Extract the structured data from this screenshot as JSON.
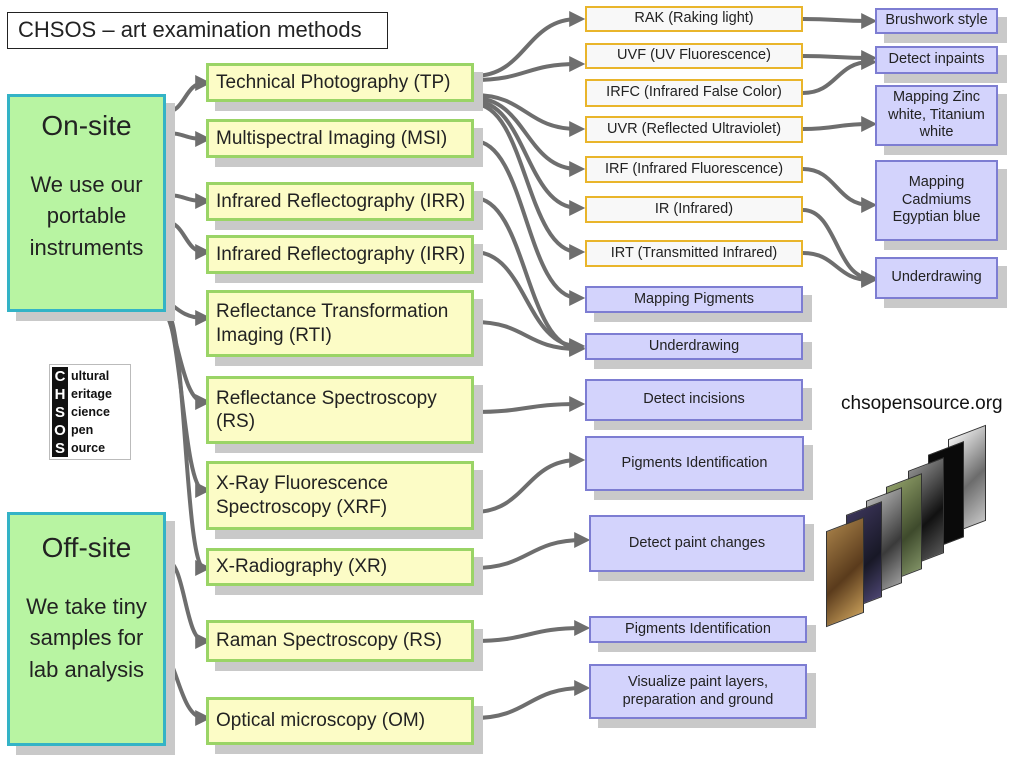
{
  "title": "CHSOS – art examination methods",
  "onsite": {
    "heading": "On-site",
    "sub": "We use our portable instruments"
  },
  "offsite": {
    "heading": "Off-site",
    "sub": "We take tiny samples for lab analysis"
  },
  "methods": {
    "tp": "Technical Photography (TP)",
    "msi": "Multispectral Imaging (MSI)",
    "irr1": "Infrared Reflectography (IRR)",
    "irr2": "Infrared Reflectography (IRR)",
    "rti": "Reflectance Transformation Imaging (RTI)",
    "rs": "Reflectance Spectroscopy (RS)",
    "xrf": "X-Ray Fluorescence Spectroscopy (XRF)",
    "xr": "X-Radiography (XR)",
    "raman": "Raman Spectroscopy (RS)",
    "om": "Optical microscopy (OM)"
  },
  "techniques": {
    "rak": "RAK (Raking light)",
    "uvf": "UVF (UV Fluorescence)",
    "irfc": "IRFC (Infrared False Color)",
    "uvr": "UVR (Reflected Ultraviolet)",
    "irf": "IRF (Infrared Fluorescence)",
    "ir": "IR (Infrared)",
    "irt": "IRT (Transmitted Infrared)"
  },
  "results": {
    "mapping_pigments": "Mapping Pigments",
    "underdrawing_mid": "Underdrawing",
    "detect_incisions": "Detect incisions",
    "pigments_id_1": "Pigments Identification",
    "detect_paint_changes": "Detect paint changes",
    "pigments_id_2": "Pigments Identification",
    "visualize_layers": "Visualize paint layers, preparation and ground",
    "brushwork": "Brushwork style",
    "detect_inpaints": "Detect inpaints",
    "mapping_zinc": "Mapping Zinc white, Titanium white",
    "mapping_cad": "Mapping Cadmiums Egyptian blue",
    "underdrawing_right": "Underdrawing"
  },
  "logo": {
    "letters": [
      "C",
      "H",
      "S",
      "O",
      "S"
    ],
    "words": [
      "ultural",
      "eritage",
      "cience",
      "pen",
      "ource"
    ]
  },
  "website": "chsopensource.org",
  "colors": {
    "site_fill": "#b8f4a2",
    "site_border": "#33b3c6",
    "method_fill": "#fcfcc6",
    "method_border": "#9ad466",
    "technique_fill": "#f8f8f8",
    "technique_border": "#e9b52b",
    "result_fill": "#d3d3fc",
    "result_border": "#7d7dd2",
    "arrow": "#6e6e6e"
  }
}
